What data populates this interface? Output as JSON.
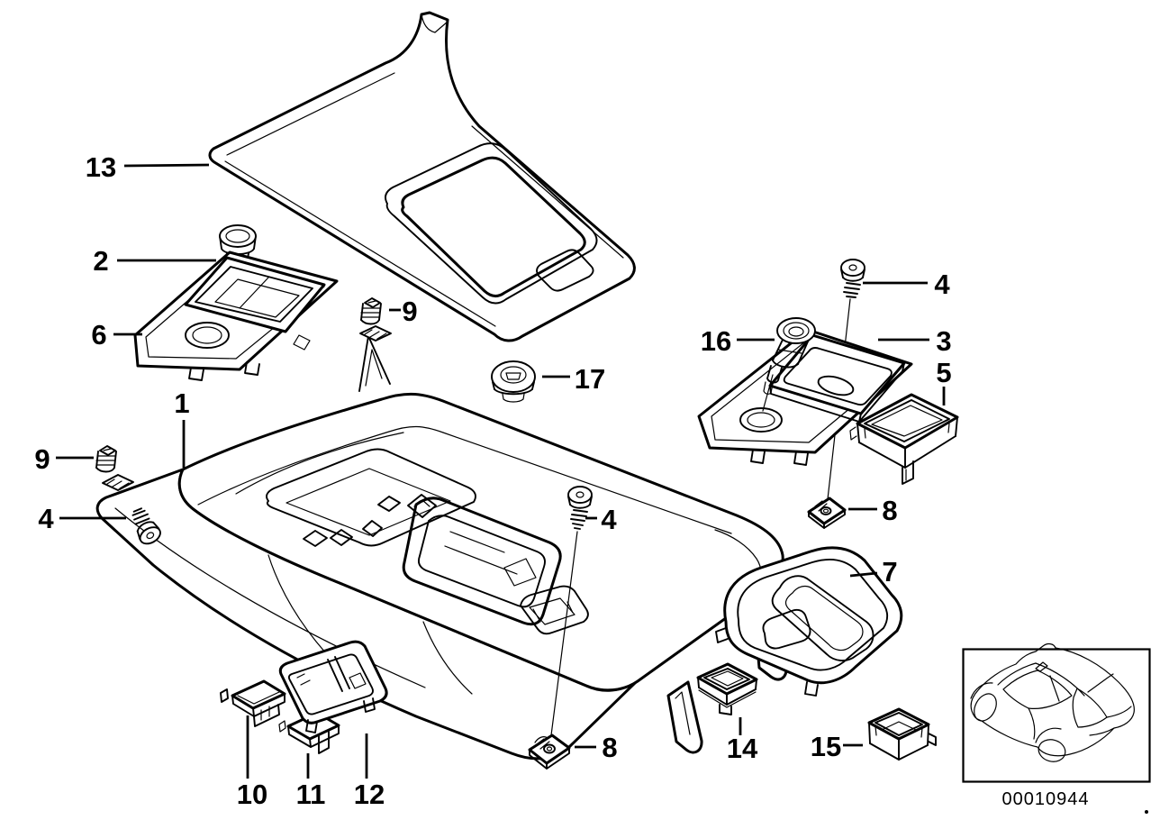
{
  "diagram": {
    "drawing_number": "00010944",
    "background_color": "#ffffff",
    "line_color": "#000000",
    "callouts": [
      {
        "ref": "13"
      },
      {
        "ref": "2"
      },
      {
        "ref": "6"
      },
      {
        "ref": "9"
      },
      {
        "ref": "4"
      },
      {
        "ref": "1"
      },
      {
        "ref": "9"
      },
      {
        "ref": "17"
      },
      {
        "ref": "4"
      },
      {
        "ref": "16"
      },
      {
        "ref": "4"
      },
      {
        "ref": "3"
      },
      {
        "ref": "5"
      },
      {
        "ref": "8"
      },
      {
        "ref": "7"
      },
      {
        "ref": "8"
      },
      {
        "ref": "14"
      },
      {
        "ref": "15"
      },
      {
        "ref": "10"
      },
      {
        "ref": "11"
      },
      {
        "ref": "12"
      }
    ]
  }
}
